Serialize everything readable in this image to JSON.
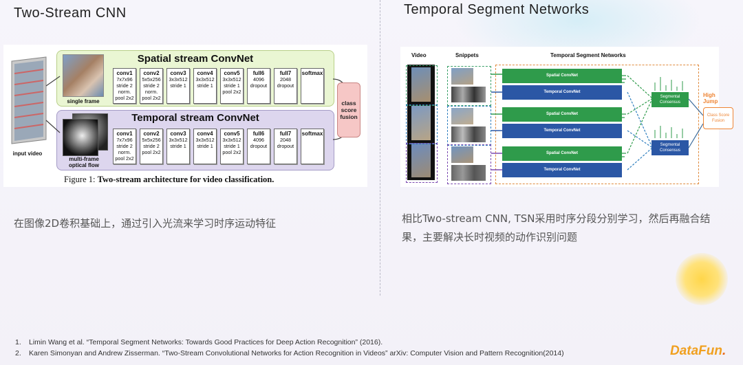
{
  "left": {
    "title": "Two-Stream CNN",
    "caption": "在图像2D卷积基础上，通过引入光流来学习时序运动特征",
    "figure": {
      "spatial_title": "Spatial stream ConvNet",
      "temporal_title": "Temporal stream ConvNet",
      "input_label": "input video",
      "single_frame_label": "single frame",
      "optical_flow_label": "multi-frame optical flow",
      "fusion_label": "class score fusion",
      "caption_prefix": "Figure 1: ",
      "caption_bold": "Two-stream architecture for video classification.",
      "spatial_layers": [
        {
          "name": "conv1",
          "lines": [
            "7x7x96",
            "stride 2",
            "norm.",
            "pool 2x2"
          ]
        },
        {
          "name": "conv2",
          "lines": [
            "5x5x256",
            "stride 2",
            "norm.",
            "pool 2x2"
          ]
        },
        {
          "name": "conv3",
          "lines": [
            "3x3x512",
            "stride 1"
          ]
        },
        {
          "name": "conv4",
          "lines": [
            "3x3x512",
            "stride 1"
          ]
        },
        {
          "name": "conv5",
          "lines": [
            "3x3x512",
            "stride 1",
            "pool 2x2"
          ]
        },
        {
          "name": "full6",
          "lines": [
            "4096",
            "dropout"
          ]
        },
        {
          "name": "full7",
          "lines": [
            "2048",
            "dropout"
          ]
        },
        {
          "name": "softmax",
          "lines": []
        }
      ],
      "temporal_layers": [
        {
          "name": "conv1",
          "lines": [
            "7x7x96",
            "stride 2",
            "norm.",
            "pool 2x2"
          ]
        },
        {
          "name": "conv2",
          "lines": [
            "5x5x256",
            "stride 2",
            "pool 2x2"
          ]
        },
        {
          "name": "conv3",
          "lines": [
            "3x3x512",
            "stride 1"
          ]
        },
        {
          "name": "conv4",
          "lines": [
            "3x3x512",
            "stride 1"
          ]
        },
        {
          "name": "conv5",
          "lines": [
            "3x3x512",
            "stride 1",
            "pool 2x2"
          ]
        },
        {
          "name": "full6",
          "lines": [
            "4096",
            "dropout"
          ]
        },
        {
          "name": "full7",
          "lines": [
            "2048",
            "dropout"
          ]
        },
        {
          "name": "softmax",
          "lines": []
        }
      ]
    }
  },
  "right": {
    "title": "Temporal Segment Networks",
    "caption_line1": "相比Two-stream CNN, TSN采用时序分段分别学习，然后再融合结",
    "caption_line2": "果，主要解决长时视频的动作识别问题",
    "figure": {
      "video_header": "Video",
      "snippets_header": "Snippets",
      "tsn_header": "Temporal Segment Networks",
      "spatial_net": "Spatial ConvNet",
      "temporal_net": "Temporal ConvNet",
      "consensus": "Segmental Consensus",
      "high_jump": "High Jump",
      "class_score_fusion": "Class Score Fusion",
      "colors": {
        "spatial": "#2f9b4b",
        "temporal": "#2b57a5",
        "fusion": "#ee8433",
        "segment": "#e08a3c"
      }
    }
  },
  "references": [
    {
      "num": "1.",
      "text": "Limin Wang et al. “Temporal Segment Networks: Towards Good Practices for Deep Action Recognition” (2016)."
    },
    {
      "num": "2.",
      "text": "Karen Simonyan and Andrew Zisserman. “Two-Stream Convolutional Networks for Action Recognition in Videos” arXiv: Computer Vision and Pattern Recognition(2014)"
    }
  ],
  "logo": {
    "main": "DataFun",
    "dot": "."
  }
}
